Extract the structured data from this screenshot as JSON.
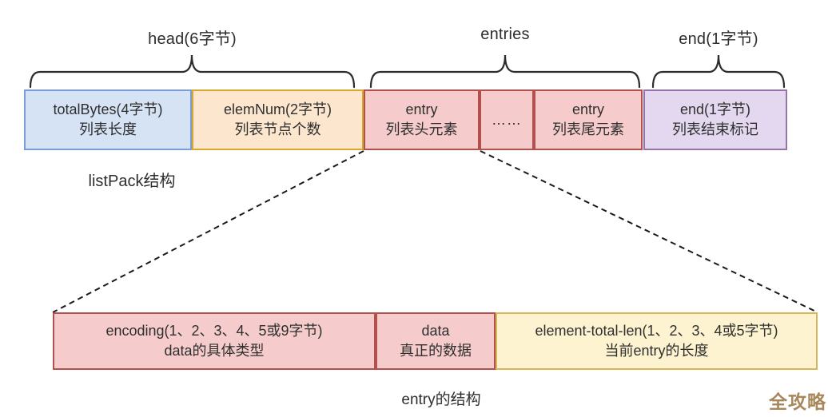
{
  "diagram": {
    "group_labels": [
      {
        "id": "head",
        "label": "head(6字节)"
      },
      {
        "id": "entries",
        "label": "entries"
      },
      {
        "id": "end",
        "label": "end(1字节)"
      }
    ],
    "listpack_row": {
      "caption": "listPack结构",
      "cells": [
        {
          "line1": "totalBytes(4字节)",
          "line2": "列表长度",
          "color": "#d5e3f5",
          "border": "#7b9cd4"
        },
        {
          "line1": "elemNum(2字节)",
          "line2": "列表节点个数",
          "color": "#fce6cd",
          "border": "#d9a62e"
        },
        {
          "line1": "entry",
          "line2": "列表头元素",
          "color": "#f5cccb",
          "border": "#b2504e"
        },
        {
          "line1": "……",
          "line2": "",
          "color": "#f5cccb",
          "border": "#b2504e"
        },
        {
          "line1": "entry",
          "line2": "列表尾元素",
          "color": "#f5cccb",
          "border": "#b2504e"
        },
        {
          "line1": "end(1字节)",
          "line2": "列表结束标记",
          "color": "#e3d8ef",
          "border": "#9673a6"
        }
      ]
    },
    "entry_row": {
      "caption": "entry的结构",
      "cells": [
        {
          "line1": "encoding(1、2、3、4、5或9字节)",
          "line2": "data的具体类型",
          "color": "#f5cccb",
          "border": "#b2504e"
        },
        {
          "line1": "data",
          "line2": "真正的数据",
          "color": "#f5cccb",
          "border": "#b2504e"
        },
        {
          "line1": "element-total-len(1、2、3、4或5字节)",
          "line2": "当前entry的长度",
          "color": "#fdf3d0",
          "border": "#d6b656"
        }
      ]
    },
    "watermark": "全攻略",
    "watermark_color": "#a8875b",
    "connector_style": "dashed"
  }
}
